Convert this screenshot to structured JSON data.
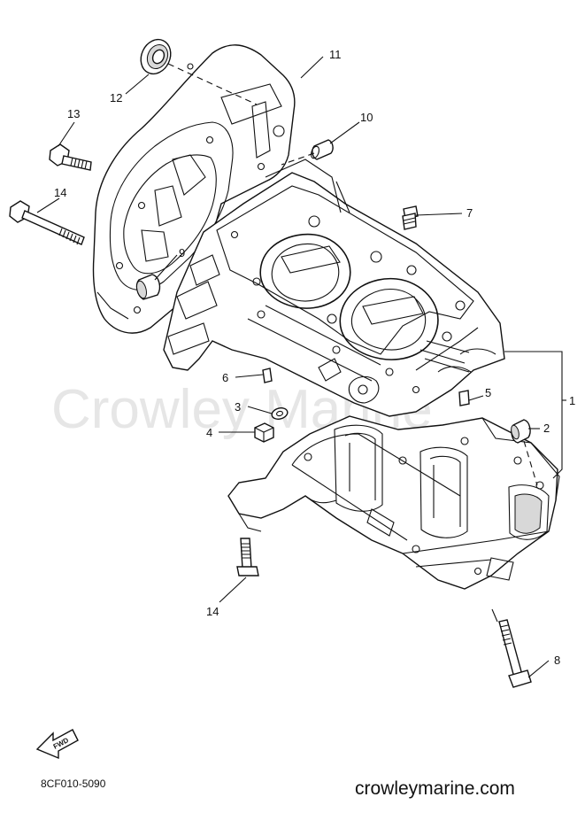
{
  "watermark": "Crowley Marine",
  "diagram_code": "8CF010-5090",
  "site_name": "crowleymarine.com",
  "fwd_label": "FWD",
  "callouts": [
    {
      "id": "c1",
      "text": "1"
    },
    {
      "id": "c2",
      "text": "2"
    },
    {
      "id": "c3",
      "text": "3"
    },
    {
      "id": "c4",
      "text": "4"
    },
    {
      "id": "c5",
      "text": "5"
    },
    {
      "id": "c6",
      "text": "6"
    },
    {
      "id": "c7",
      "text": "7"
    },
    {
      "id": "c8",
      "text": "8"
    },
    {
      "id": "c9",
      "text": "9"
    },
    {
      "id": "c10",
      "text": "10"
    },
    {
      "id": "c11",
      "text": "11"
    },
    {
      "id": "c12",
      "text": "12"
    },
    {
      "id": "c13",
      "text": "13"
    },
    {
      "id": "c14a",
      "text": "14"
    },
    {
      "id": "c14b",
      "text": "14"
    }
  ]
}
